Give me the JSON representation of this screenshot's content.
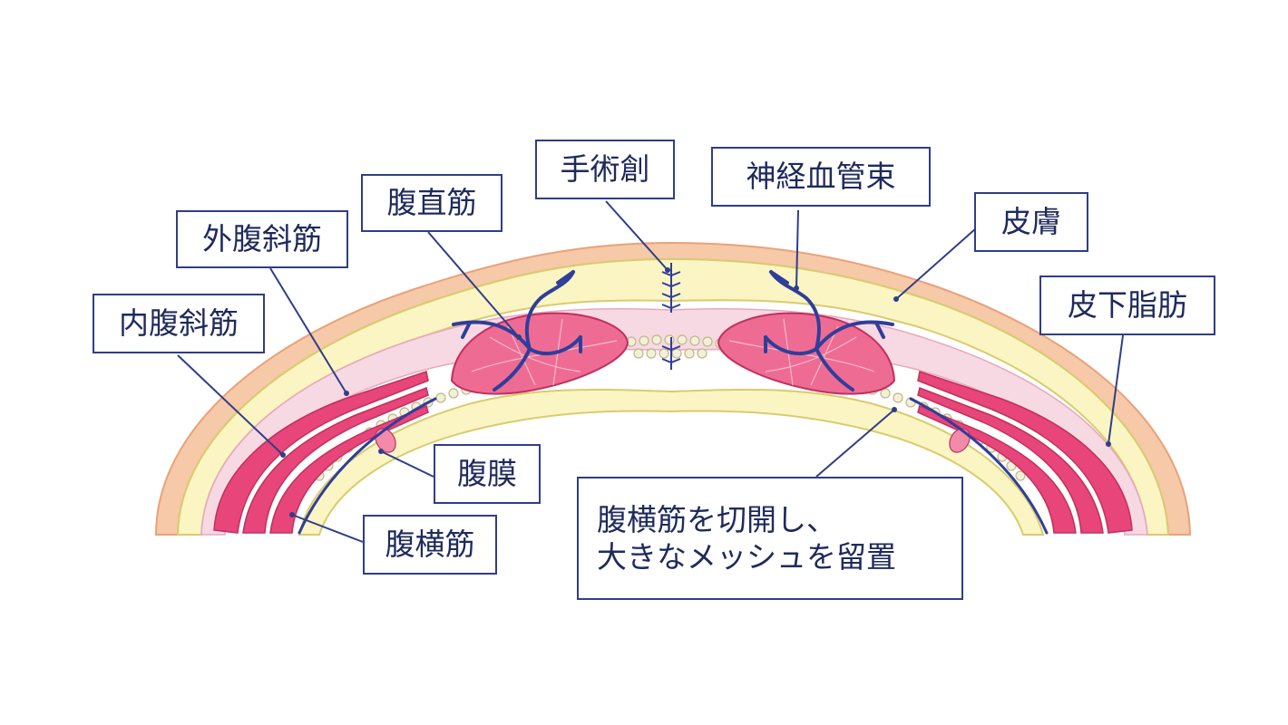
{
  "labels": {
    "shujutsu_so": "手術創",
    "shinkei_kekkan_soku": "神経血管束",
    "fuku_chokkin": "腹直筋",
    "gai_fukushakin": "外腹斜筋",
    "hifu": "皮膚",
    "nai_fukushakin": "内腹斜筋",
    "hika_shibo": "皮下脂肪",
    "fukumaku": "腹膜",
    "fuku_oukin": "腹横筋",
    "note_line1": "腹横筋を切開し、",
    "note_line2": "大きなメッシュを留置"
  },
  "colors": {
    "skin": "#f6c9a8",
    "subcutaneous_fat": "#fbf5c4",
    "muscle": "#e8457a",
    "fascia_pink": "#f7d9e3",
    "mesh": "#f3f0d8",
    "nerve_vessel": "#2f3e9a",
    "label_border": "#2f3e87"
  }
}
